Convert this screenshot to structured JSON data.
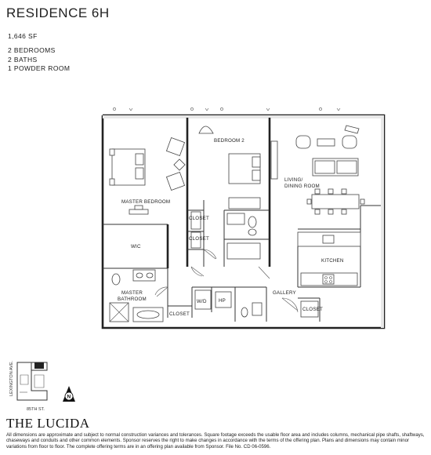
{
  "residence": {
    "title": "RESIDENCE 6H",
    "square_feet": "1,646 SF",
    "rooms": [
      "2 BEDROOMS",
      "2 BATHS",
      "1 POWDER ROOM"
    ]
  },
  "plan_labels": {
    "bedroom2": "BEDROOM 2",
    "living": "LIVING/",
    "dining": "DINING ROOM",
    "master_bedroom": "MASTER BEDROOM",
    "closet_a": "CLOSET",
    "closet_b": "CLOSET",
    "wic": "WIC",
    "kitchen": "KITCHEN",
    "master_bath_1": "MASTER",
    "master_bath_2": "BATHROOM",
    "wd": "W/D",
    "hp": "HP",
    "gallery": "GALLERY",
    "closet_c": "CLOSET",
    "closet_d": "CLOSET"
  },
  "keyplan": {
    "street_vertical": "LEXINGTON AVE.",
    "street_horizontal": "85TH ST.",
    "compass": "N"
  },
  "building_logo": "THE LUCIDA",
  "disclaimer": "All dimensions are approximate and subject to normal construction variances and tolerances. Square footage exceeds the usable floor area and includes columns, mechanical pipe shafts, shaftways, chaseways and conduits and other common elements. Sponsor reserves the right to make changes in accordance with the terms of the offering plan. Plans and dimensions may contain minor variations from floor to floor. The complete offering terms are in an offering plan available from Sponsor. File No. CD 06-0596."
}
